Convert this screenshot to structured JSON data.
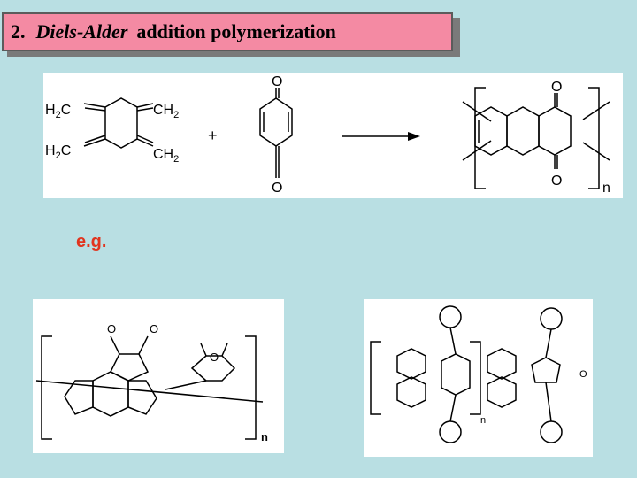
{
  "title": {
    "number": "2.",
    "italic": "Diels-Alder",
    "rest": "addition polymerization"
  },
  "reaction": {
    "h2c": "H",
    "h2c_tail": "C",
    "ch2": "CH",
    "sub2": "2",
    "oxygen": "O",
    "plus": "+",
    "repeat_n": "n"
  },
  "example_label": "e.g.",
  "example1": {
    "oxygen": "O",
    "repeat_n": "n"
  },
  "example2": {
    "oxygen": "O",
    "repeat_n": "n"
  }
}
